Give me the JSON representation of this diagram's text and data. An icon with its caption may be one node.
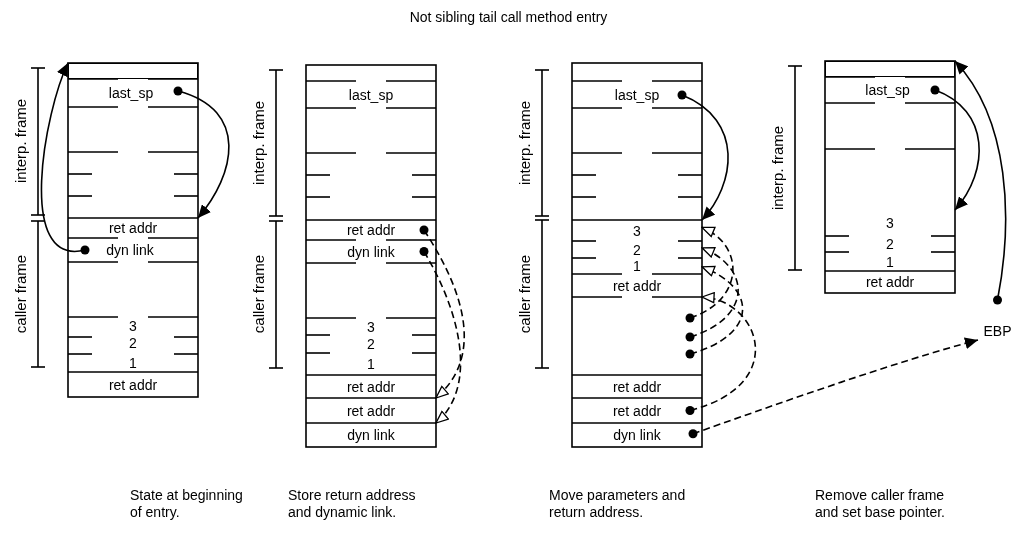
{
  "diagram": {
    "title": "Not sibling tail call method entry",
    "nodes": [
      {
        "text": [],
        "shape": "box"
      },
      {
        "text": [
          "last_sp"
        ]
      },
      {
        "text": [
          "ret addr"
        ]
      },
      {
        "text": [
          "dyn link"
        ]
      },
      {
        "text": [
          "3"
        ]
      },
      {
        "text": [
          "2"
        ]
      },
      {
        "text": [
          "1"
        ]
      },
      {
        "text": [
          "ret addr"
        ]
      },
      {
        "text": [
          "last_sp"
        ]
      },
      {
        "text": [
          "ret addr"
        ]
      },
      {
        "text": [
          "dyn link"
        ]
      },
      {
        "text": [
          "3"
        ]
      },
      {
        "text": [
          "2"
        ]
      },
      {
        "text": [
          "1"
        ]
      },
      {
        "text": [
          "ret addr"
        ]
      },
      {
        "text": [
          "ret addr"
        ]
      },
      {
        "text": [
          "dyn link"
        ]
      },
      {
        "text": [
          "last_sp"
        ]
      },
      {
        "text": [
          "3"
        ]
      },
      {
        "text": [
          "2"
        ]
      },
      {
        "text": [
          "1"
        ]
      },
      {
        "text": [
          "ret addr"
        ]
      },
      {
        "text": [
          "ret addr"
        ]
      },
      {
        "text": [
          "ret addr"
        ]
      },
      {
        "text": [
          "dyn link"
        ]
      },
      {
        "text": [],
        "shape": "box"
      },
      {
        "text": [
          "last_sp"
        ]
      },
      {
        "text": [
          "3"
        ]
      },
      {
        "text": [
          "2"
        ]
      },
      {
        "text": [
          "1"
        ]
      },
      {
        "text": [
          "ret addr"
        ]
      },
      {
        "text": [
          "EBP"
        ]
      }
    ],
    "edges": [
      {
        "from": 3,
        "to": 0,
        "arrow": "to"
      },
      {
        "from": 1,
        "to": 2,
        "arrow": "to"
      },
      {
        "from": 9,
        "to": 15,
        "arrow": "to",
        "style": "dashed"
      },
      {
        "from": 10,
        "to": 16,
        "arrow": "to",
        "style": "dashed"
      },
      {
        "from": 17,
        "to": 18,
        "arrow": "to"
      },
      {
        "from": null,
        "to": 18,
        "arrow": "to",
        "style": "dashed"
      },
      {
        "from": null,
        "to": 19,
        "arrow": "to",
        "style": "dashed"
      },
      {
        "from": null,
        "to": 20,
        "arrow": "to",
        "style": "dashed"
      },
      {
        "from": 23,
        "to": 21,
        "arrow": "to",
        "style": "dashed"
      },
      {
        "from": 24,
        "to": 31,
        "arrow": "to",
        "style": "dashed"
      },
      {
        "from": 26,
        "to": 27,
        "arrow": "to"
      },
      {
        "from": 31,
        "to": 25,
        "arrow": "to"
      }
    ],
    "labels": [
      "interp. frame",
      "caller frame",
      "interp. frame",
      "caller frame",
      "interp. frame",
      "caller frame",
      "interp. frame",
      "State at beginning of entry.",
      "Store return address and dynamic link.",
      "Move parameters and return address.",
      "Remove caller frame and set base pointer."
    ]
  }
}
